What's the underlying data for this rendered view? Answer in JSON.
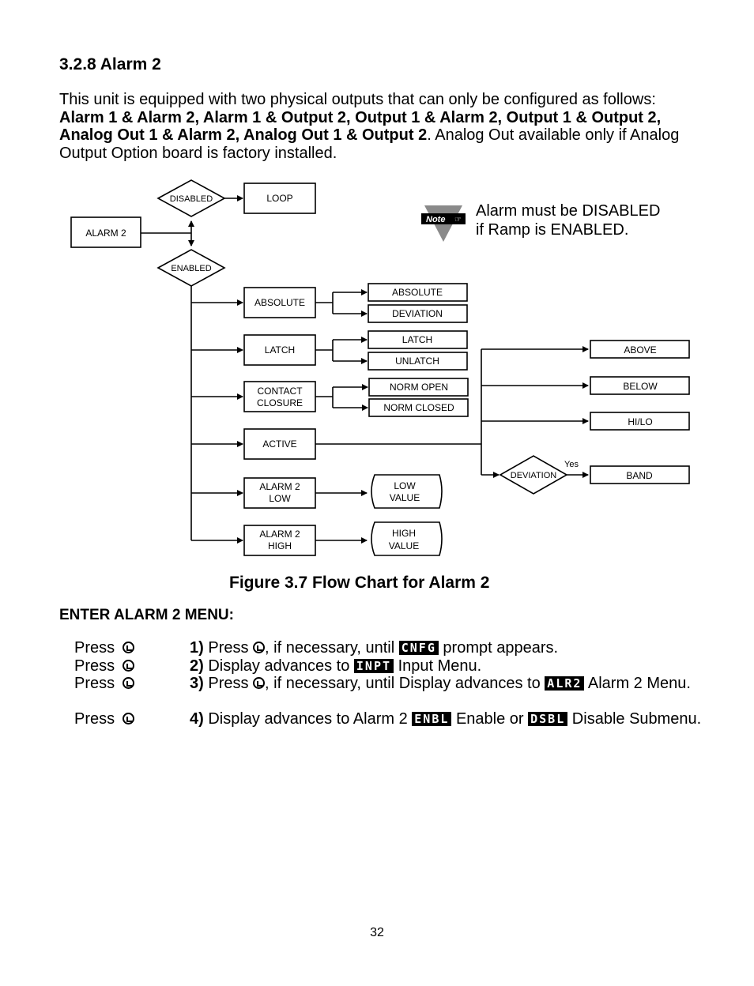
{
  "heading": "3.2.8 Alarm 2",
  "intro": {
    "part1": "This unit is equipped with two physical outputs that can only be configured as follows: ",
    "bold": "Alarm 1 & Alarm 2, Alarm 1 & Output 2, Output 1 & Alarm 2, Output 1 & Output 2, Analog Out 1 & Alarm 2, Analog Out 1 & Output 2",
    "part2": ". Analog Out available only if Analog Output Option board is factory installed."
  },
  "note": {
    "badge": "Note",
    "line1": "Alarm must be DISABLED",
    "line2": "if Ramp is ENABLED."
  },
  "flow": {
    "alarm2": "ALARM 2",
    "disabled": "DISABLED",
    "loop": "LOOP",
    "enabled": "ENABLED",
    "absolute": "ABSOLUTE",
    "opt_absolute": "ABSOLUTE",
    "opt_deviation": "DEVIATION",
    "latch": "LATCH",
    "opt_latch": "LATCH",
    "opt_unlatch": "UNLATCH",
    "contact1": "CONTACT",
    "contact2": "CLOSURE",
    "opt_norm_open": "NORM OPEN",
    "opt_norm_closed": "NORM CLOSED",
    "active": "ACTIVE",
    "above": "ABOVE",
    "below": "BELOW",
    "hilo": "HI/LO",
    "deviation": "DEVIATION",
    "yes": "Yes",
    "band": "BAND",
    "alarm2low1": "ALARM 2",
    "alarm2low2": "LOW",
    "lowvalue1": "LOW",
    "lowvalue2": "VALUE",
    "alarm2high1": "ALARM 2",
    "alarm2high2": "HIGH",
    "highvalue1": "HIGH",
    "highvalue2": "VALUE"
  },
  "caption": "Figure 3.7 Flow Chart for Alarm 2",
  "menu_title": "ENTER ALARM 2 MENU:",
  "steps": [
    {
      "press": "Press",
      "num": "1)",
      "a": " Press ",
      "b": ", if necessary, until ",
      "lcd": "CNFG",
      "c": " prompt appears."
    },
    {
      "press": "Press",
      "num": "2)",
      "a": " Display advances to ",
      "lcd": "INPT",
      "c": " Input Menu."
    },
    {
      "press": "Press",
      "num": "3)",
      "a": " Press ",
      "b": ", if necessary, until Display advances to ",
      "lcd": "ALR2",
      "c": " Alarm 2 Menu."
    },
    {
      "press": "Press",
      "num": "4)",
      "a": " Display advances to Alarm 2 ",
      "lcd": "ENBL",
      "c": " Enable or ",
      "lcd2": "DSBL",
      "d": " Disable Submenu."
    }
  ],
  "page_number": "32"
}
